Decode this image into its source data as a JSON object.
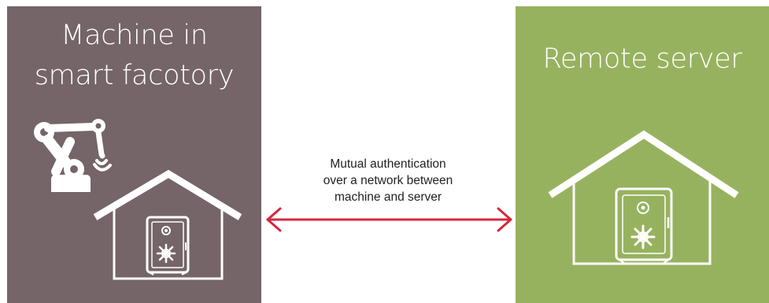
{
  "machine_panel": {
    "title_line1": "Machine in",
    "title_line2": "smart facotory",
    "background_color": "#756568"
  },
  "server_panel": {
    "title": "Remote server",
    "background_color": "#97b25f"
  },
  "connection": {
    "caption_line1": "Mutual authentication",
    "caption_line2": "over a network between",
    "caption_line3": "machine and server",
    "arrow_color": "#d7263d"
  },
  "icons": {
    "robot_arm": "robot-arm-icon",
    "house": "house-icon",
    "safe": "safe-icon"
  }
}
